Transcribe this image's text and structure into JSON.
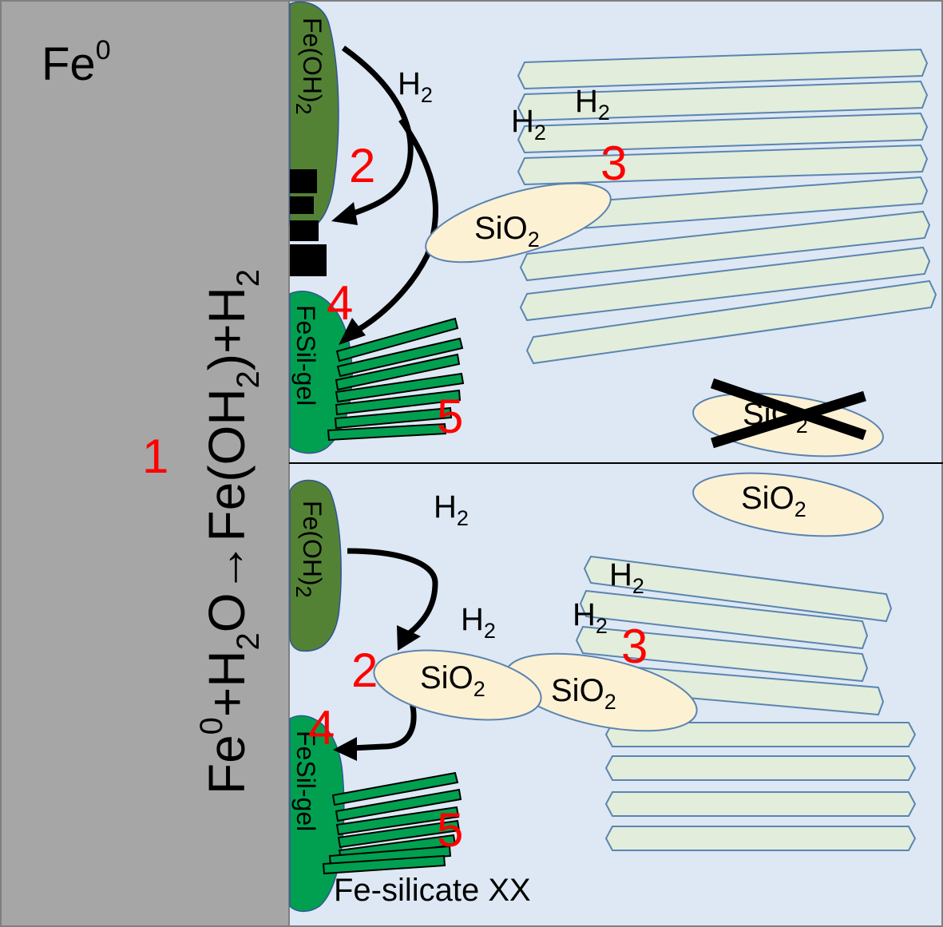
{
  "iron": {
    "label": "Fe",
    "sup": "0"
  },
  "reaction": {
    "step_number": "1",
    "parts": [
      {
        "t": "Fe",
        "k": "n"
      },
      {
        "t": "0",
        "k": "sup"
      },
      {
        "t": "+H",
        "k": "n"
      },
      {
        "t": "2",
        "k": "sub"
      },
      {
        "t": "O",
        "k": "n"
      },
      {
        "t": "→",
        "k": "n"
      },
      {
        "t": "Fe(OH",
        "k": "n"
      },
      {
        "t": "2",
        "k": "sub"
      },
      {
        "t": ")+H",
        "k": "n"
      },
      {
        "t": "2",
        "k": "sub"
      }
    ]
  },
  "top_panel": {
    "hydroxide": {
      "main": "Fe(OH)",
      "sub": "2"
    },
    "gel": "FeSil-gel",
    "hydrogen": [
      {
        "main": "H",
        "sub": "2"
      },
      {
        "main": "H",
        "sub": "2"
      },
      {
        "main": "H",
        "sub": "2"
      }
    ],
    "silica": [
      {
        "main": "SiO",
        "sub": "2",
        "crossed": false
      },
      {
        "main": "SiO",
        "sub": "2",
        "crossed": true
      }
    ],
    "steps": [
      "2",
      "3",
      "4",
      "5"
    ]
  },
  "bottom_panel": {
    "hydroxide": {
      "main": "Fe(OH)",
      "sub": "2"
    },
    "gel": "FeSil-gel",
    "hydrogen": [
      {
        "main": "H",
        "sub": "2"
      },
      {
        "main": "H",
        "sub": "2"
      },
      {
        "main": "H",
        "sub": "2"
      },
      {
        "main": "H",
        "sub": "2"
      }
    ],
    "silica": [
      {
        "main": "SiO",
        "sub": "2"
      },
      {
        "main": "SiO",
        "sub": "2"
      },
      {
        "main": "SiO",
        "sub": "2"
      }
    ],
    "steps": [
      "2",
      "3",
      "4",
      "5"
    ],
    "caption": "Fe-silicate XX"
  },
  "colors": {
    "iron_background": "#a6a6a6",
    "solution_background": "#dde8f4",
    "fe_oh2_blob": "#548235",
    "fesil_gel_blob": "#00a050",
    "clay_sheets": "#e2eddb",
    "silica_particles": "#fdf1d4",
    "step_numbers": "#ff0000"
  }
}
